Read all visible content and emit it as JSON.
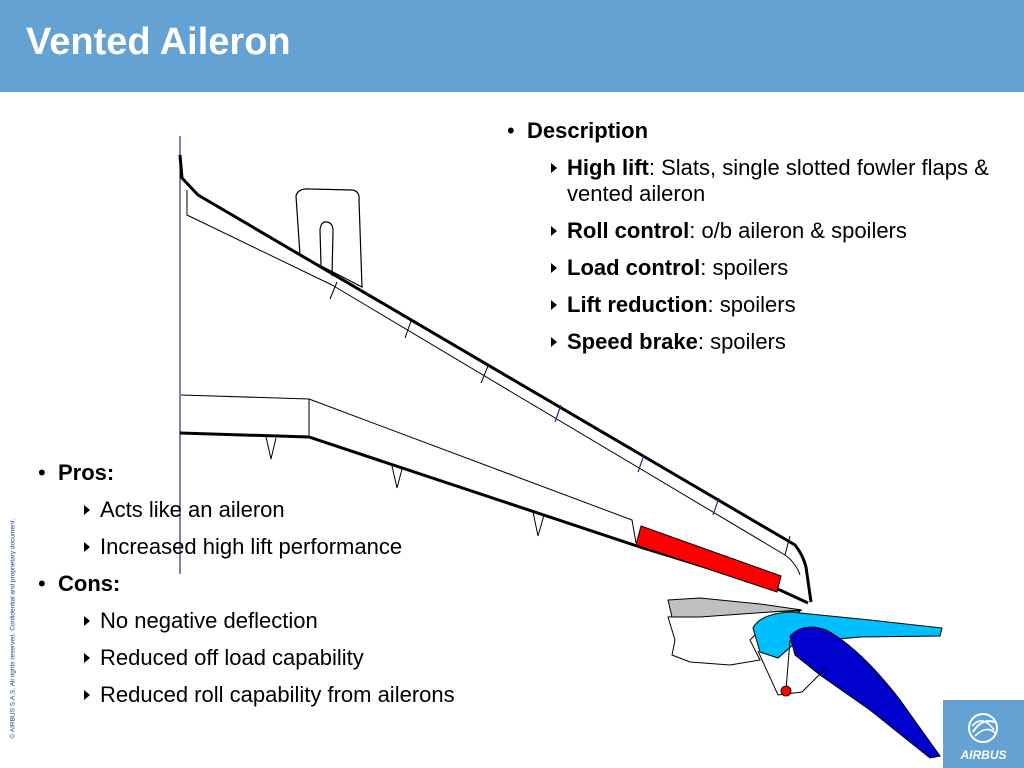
{
  "header": {
    "title": "Vented Aileron"
  },
  "copyright": "© AIRBUS S.A.S. All rights reserved. Confidential and proprietary document.",
  "description": {
    "heading": "Description",
    "items": [
      {
        "term": "High lift",
        "text": ": Slats, single slotted fowler flaps & vented aileron"
      },
      {
        "term": "Roll control",
        "text": ": o/b aileron & spoilers"
      },
      {
        "term": "Load control",
        "text": ": spoilers"
      },
      {
        "term": "Lift reduction",
        "text": ": spoilers"
      },
      {
        "term": "Speed brake",
        "text": ": spoilers"
      }
    ]
  },
  "pros": {
    "heading": "Pros:",
    "items": [
      "Acts like an aileron",
      "Increased high lift performance"
    ]
  },
  "cons": {
    "heading": "Cons:",
    "items": [
      "No negative deflection",
      "Reduced off load capability",
      "Reduced roll capability from ailerons"
    ]
  },
  "logo": {
    "text": "AIRBUS"
  },
  "colors": {
    "title_bar": "#63a2d2",
    "aileron_highlight": "#ff0000",
    "flap_section_cyan": "#00bfff",
    "vane_blue": "#0000cc",
    "hinge_point": "#ff0000",
    "spoiler_grey": "#c0c0c0"
  }
}
